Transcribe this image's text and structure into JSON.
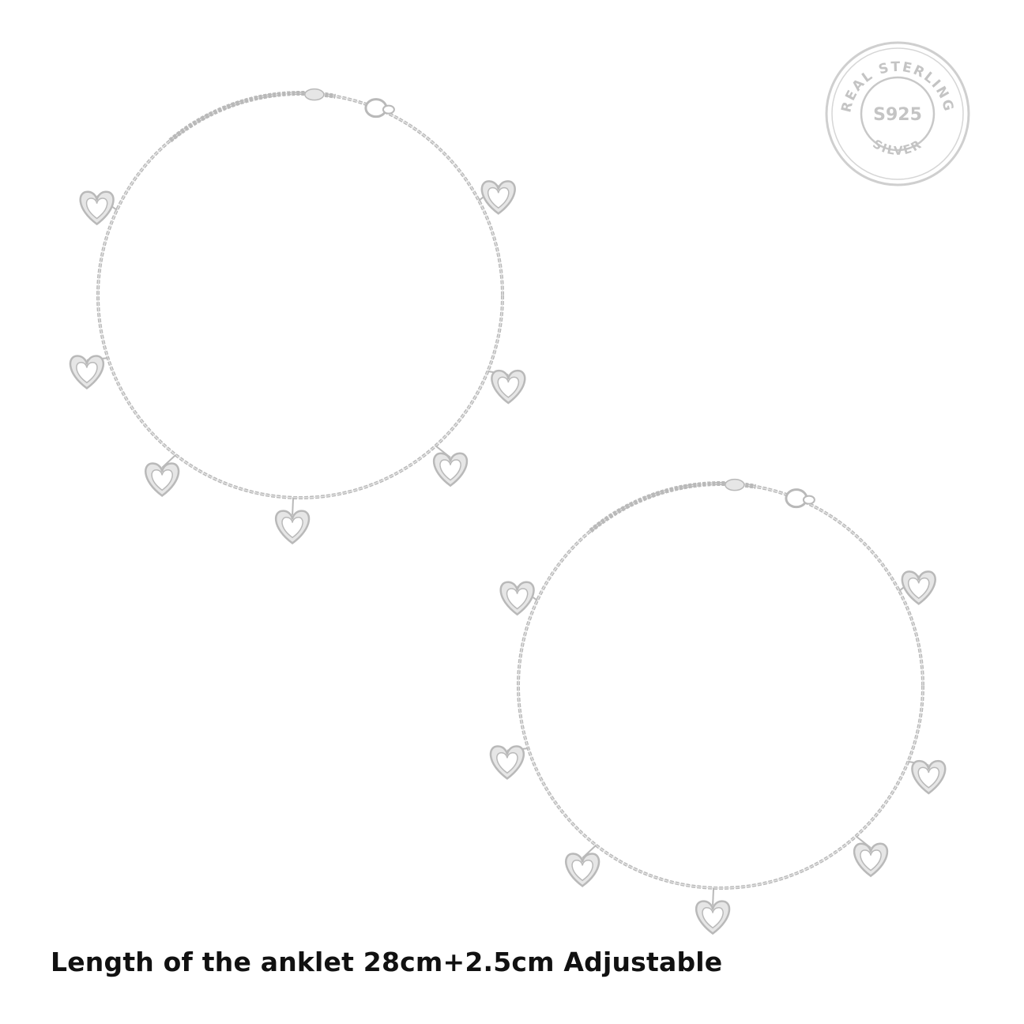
{
  "product": {
    "caption": "Length of the anklet 28cm+2.5cm Adjustable"
  },
  "badge": {
    "top_text": "REAL STERLING",
    "center_text": "S925",
    "bottom_text": "SILVER",
    "icon": "sterling-silver-seal-icon"
  },
  "anklets": [
    {
      "name": "anklet-top-left",
      "charms": 7,
      "charm_icon": "heart-charm-icon"
    },
    {
      "name": "anklet-bottom-right",
      "charms": 7,
      "charm_icon": "heart-charm-icon"
    }
  ],
  "colors": {
    "silver_stroke": "#b9b9b9",
    "silver_light": "#e6e6e6",
    "badge_stroke": "#c8c8c8",
    "text": "#111111"
  }
}
